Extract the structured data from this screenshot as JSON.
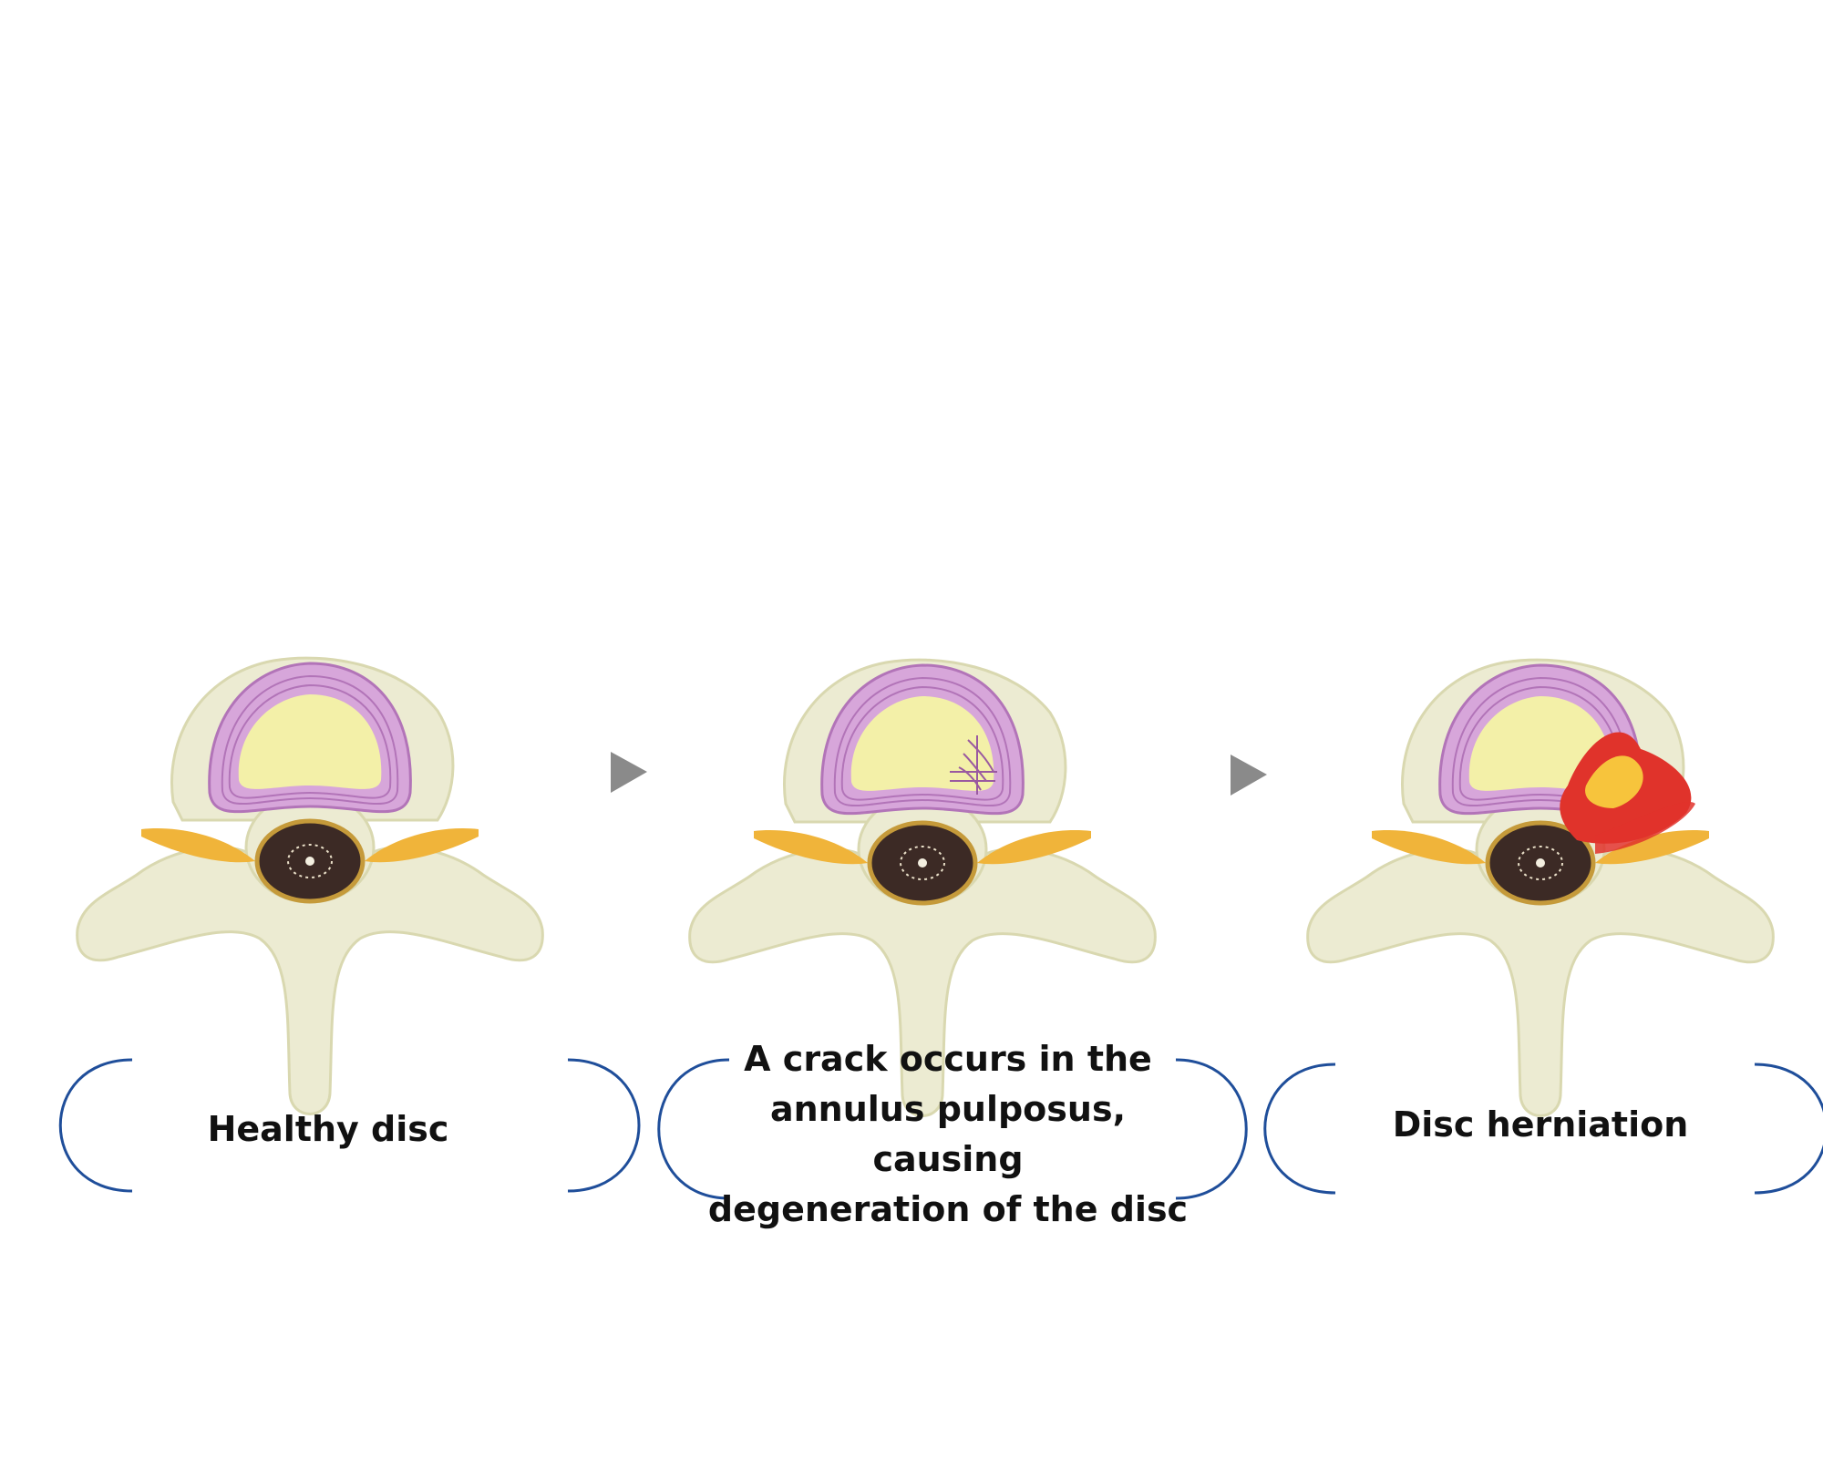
{
  "colors": {
    "bone": "#ecebd2",
    "bone_shadow": "#d9d8b0",
    "annulus": "#d7a6da",
    "annulus_line": "#b274b8",
    "nucleus": "#f3f0a8",
    "ligament": "#f0b43a",
    "canal": "#3c2a25",
    "arrow": "#8a8a8a",
    "bracket": "#1f4e9a",
    "herniation": "#e0332b",
    "herniation_core": "#f7c43c"
  },
  "stages": [
    {
      "caption": "Healthy disc",
      "state": "healthy"
    },
    {
      "caption": "A crack occurs in the\nannulus pulposus, causing\ndegeneration of the disc",
      "state": "cracked"
    },
    {
      "caption": "Disc herniation",
      "state": "herniated"
    }
  ],
  "icons": [
    "vertebra-illustration",
    "arrow-right-icon",
    "bracket-left",
    "bracket-right"
  ]
}
